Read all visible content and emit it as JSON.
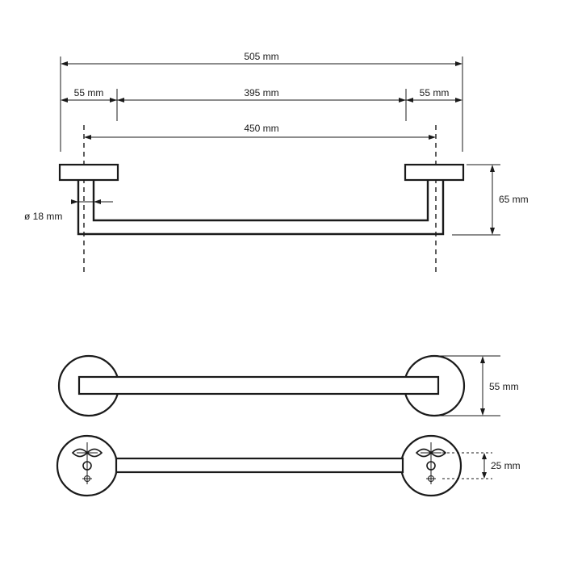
{
  "dimensions": {
    "total_length": "505 mm",
    "left_flange": "55 mm",
    "bar_span": "395 mm",
    "right_flange": "55 mm",
    "center_distance": "450 mm",
    "rod_diameter": "ø 18 mm",
    "projection_depth": "65 mm",
    "rosette_diameter": "55 mm",
    "fixing_spacing": "25 mm"
  }
}
